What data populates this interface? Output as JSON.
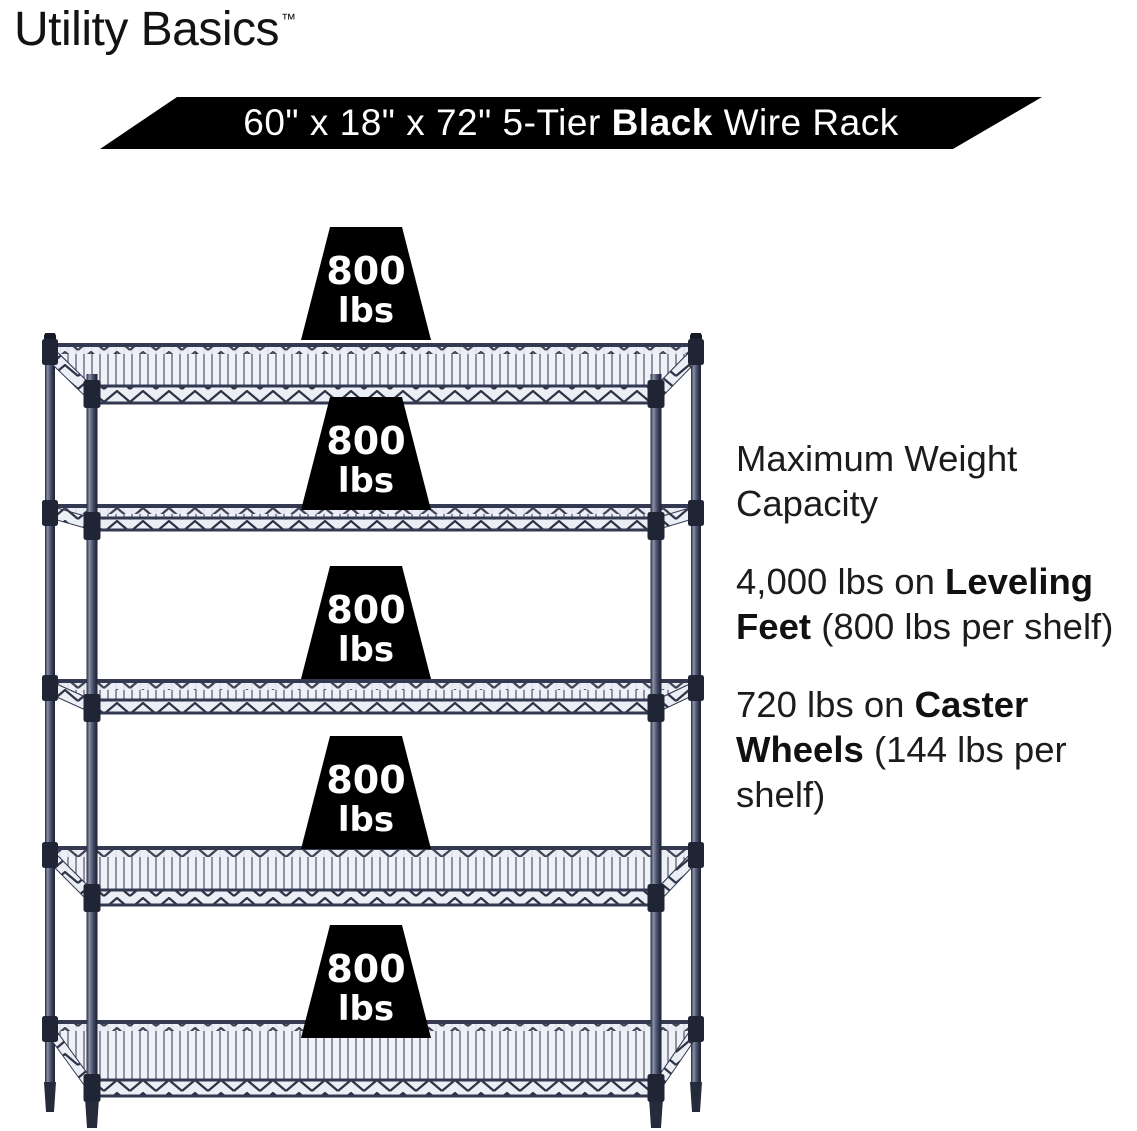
{
  "brand": {
    "name": "Utility Basics",
    "trademark": "™"
  },
  "banner": {
    "text_prefix": "60\" x 18\" x 72\" 5-Tier ",
    "text_bold": "Black",
    "text_suffix": " Wire Rack",
    "bg_color": "#000000",
    "text_color": "#ffffff"
  },
  "rack": {
    "tiers": 5,
    "finish": "Black",
    "frame_color": "#454c63",
    "badge_color": "#000000",
    "badge_text_color": "#ffffff",
    "badges": [
      {
        "value": "800",
        "unit": "lbs"
      },
      {
        "value": "800",
        "unit": "lbs"
      },
      {
        "value": "800",
        "unit": "lbs"
      },
      {
        "value": "800",
        "unit": "lbs"
      },
      {
        "value": "800",
        "unit": "lbs"
      }
    ]
  },
  "info": {
    "heading": "Maximum Weight Capacity",
    "leveling": {
      "pre": "4,000 lbs on ",
      "bold": "Leveling Feet",
      "post": " (800 lbs per shelf)"
    },
    "caster": {
      "pre": "720 lbs on ",
      "bold": "Caster Wheels",
      "post": " (144 lbs per shelf)"
    }
  }
}
